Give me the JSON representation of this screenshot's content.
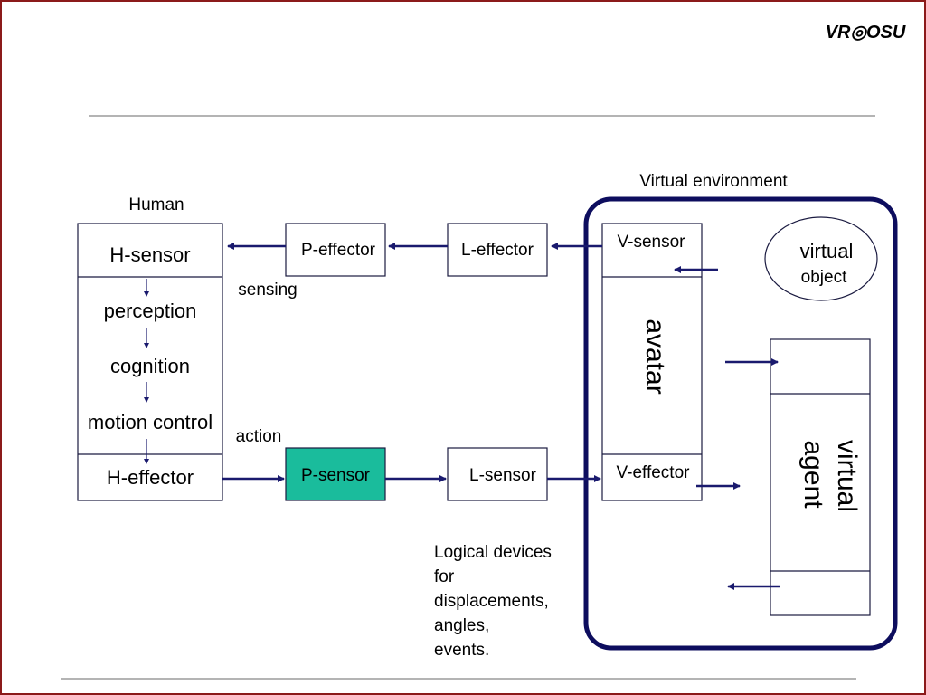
{
  "logo": {
    "text": "VR◎OSU"
  },
  "labels": {
    "human": "Human",
    "virtual_environment": "Virtual environment",
    "sensing": "sensing",
    "action": "action"
  },
  "human_column": {
    "h_sensor": "H-sensor",
    "perception": "perception",
    "cognition": "cognition",
    "motion_control": "motion control",
    "h_effector": "H-effector"
  },
  "physical": {
    "p_effector": "P-effector",
    "p_sensor": "P-sensor"
  },
  "logical": {
    "l_effector": "L-effector",
    "l_sensor": "L-sensor",
    "note_lines": [
      "Logical devices",
      "for",
      "displacements,",
      "angles,",
      "events."
    ]
  },
  "virtual": {
    "v_sensor": "V-sensor",
    "avatar": "avatar",
    "v_effector": "V-effector",
    "object_line1": "virtual",
    "object_line2": "object",
    "agent_line1": "virtual",
    "agent_line2": "agent"
  },
  "colors": {
    "slide_border": "#8b1a1a",
    "p_sensor_fill": "#1abc9c",
    "arrow": "#1a1a6e",
    "ve_border": "#0d0d5e"
  }
}
